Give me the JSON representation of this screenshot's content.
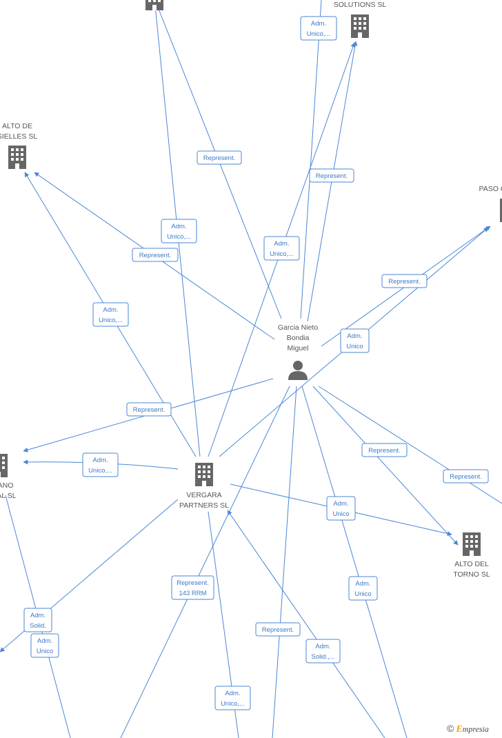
{
  "nodes": [
    {
      "id": "top",
      "label": []
    },
    {
      "id": "solutions",
      "label": [
        "SOLUTIONS  SL"
      ]
    },
    {
      "id": "alto-de",
      "label": [
        "ALTO DE",
        "SIELLES  SL"
      ]
    },
    {
      "id": "paso",
      "label": [
        "PASO C"
      ]
    },
    {
      "id": "person",
      "label": [
        "Garcia Nieto",
        "Bondia",
        "Miguel"
      ]
    },
    {
      "id": "vergara",
      "label": [
        "VERGARA",
        "PARTNERS  SL"
      ]
    },
    {
      "id": "ano",
      "label": [
        "ANO",
        "IAL  SL"
      ]
    },
    {
      "id": "alto-torno",
      "label": [
        "ALTO DEL",
        "TORNO  SL"
      ]
    }
  ],
  "edge_labels": [
    {
      "id": "e1",
      "lines": [
        "Adm.",
        "Unico,..."
      ]
    },
    {
      "id": "e2",
      "lines": [
        "Represent."
      ]
    },
    {
      "id": "e3",
      "lines": [
        "Represent."
      ]
    },
    {
      "id": "e4",
      "lines": [
        "Adm.",
        "Unico,..."
      ]
    },
    {
      "id": "e5",
      "lines": [
        "Represent."
      ]
    },
    {
      "id": "e6",
      "lines": [
        "Adm.",
        "Unico,..."
      ]
    },
    {
      "id": "e7",
      "lines": [
        "Represent."
      ]
    },
    {
      "id": "e8",
      "lines": [
        "Adm.",
        "Unico"
      ]
    },
    {
      "id": "e9",
      "lines": [
        "Adm.",
        "Unico,..."
      ]
    },
    {
      "id": "e10",
      "lines": [
        "Represent."
      ]
    },
    {
      "id": "e11",
      "lines": [
        "Adm.",
        "Unico,..."
      ]
    },
    {
      "id": "e12",
      "lines": [
        "Represent."
      ]
    },
    {
      "id": "e13",
      "lines": [
        "Represent."
      ]
    },
    {
      "id": "e14",
      "lines": [
        "Adm.",
        "Unico"
      ]
    },
    {
      "id": "e15",
      "lines": [
        "Represent.",
        "143 RRM"
      ]
    },
    {
      "id": "e16",
      "lines": [
        "Adm.",
        "Unico"
      ]
    },
    {
      "id": "e17",
      "lines": [
        "Adm.",
        "Solid."
      ]
    },
    {
      "id": "e18",
      "lines": [
        "Adm.",
        "Unico"
      ]
    },
    {
      "id": "e19",
      "lines": [
        "Represent."
      ]
    },
    {
      "id": "e20",
      "lines": [
        "Adm.",
        "Solid.,..."
      ]
    },
    {
      "id": "e21",
      "lines": [
        "Adm.",
        "Unico,..."
      ]
    }
  ],
  "footer": {
    "copyright": "©",
    "brand_initial": "E",
    "brand_rest": "mpresia"
  },
  "colors": {
    "edge": "#4a86d6",
    "label_text": "#3a78c8",
    "node_icon": "#666666",
    "brand_accent": "#f0a020"
  }
}
